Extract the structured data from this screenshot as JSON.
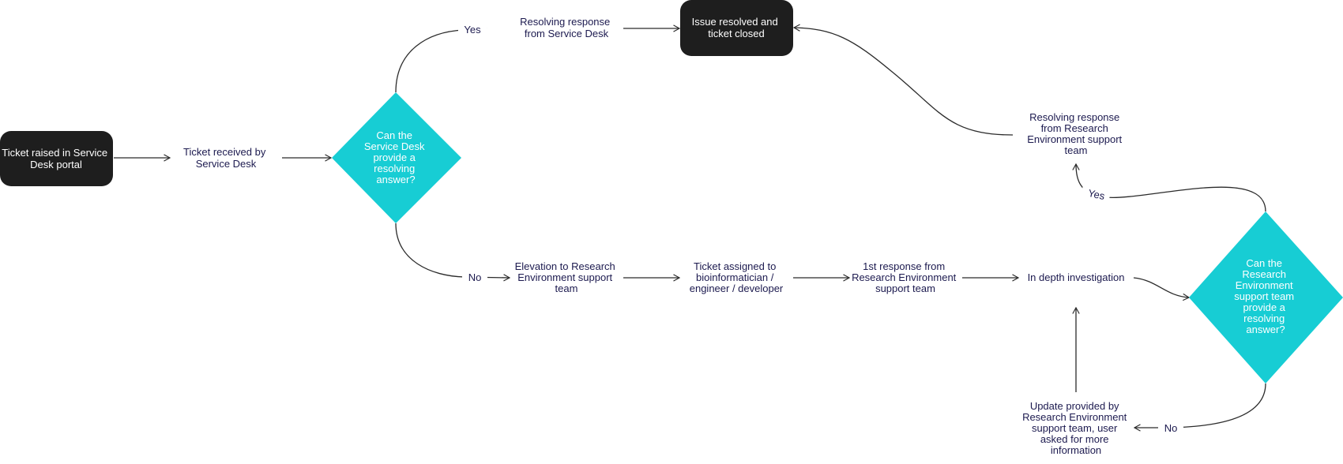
{
  "colors": {
    "terminal_fill": "#1e1e1e",
    "decision_fill": "#17cdd4",
    "text": "#1c1a4f",
    "terminal_text": "#ffffff",
    "edge": "#2b2b2b"
  },
  "nodes": {
    "ticket_raised": {
      "lines": [
        "Ticket raised in Service",
        "Desk portal"
      ]
    },
    "ticket_received": {
      "lines": [
        "Ticket received by",
        "Service Desk"
      ]
    },
    "sd_decision": {
      "lines": [
        "Can the",
        "Service Desk",
        "provide a",
        "resolving",
        "answer?"
      ]
    },
    "sd_resolving": {
      "lines": [
        "Resolving response",
        "from Service Desk"
      ]
    },
    "issue_resolved": {
      "lines": [
        "Issue resolved and",
        "ticket closed"
      ]
    },
    "elevation": {
      "lines": [
        "Elevation to Research",
        "Environment support",
        "team"
      ]
    },
    "assigned": {
      "lines": [
        "Ticket assigned to",
        "bioinformatician /",
        "engineer / developer"
      ]
    },
    "first_response": {
      "lines": [
        "1st response from",
        "Research Environment",
        "support team"
      ]
    },
    "investigation": {
      "lines": [
        "In depth investigation"
      ]
    },
    "re_decision": {
      "lines": [
        "Can the",
        "Research",
        "Environment",
        "support team",
        "provide a",
        "resolving",
        "answer?"
      ]
    },
    "re_resolving": {
      "lines": [
        "Resolving response",
        "from Research",
        "Environment support",
        "team"
      ]
    },
    "update": {
      "lines": [
        "Update provided by",
        "Research Environment",
        "support team, user",
        "asked for more",
        "information"
      ]
    }
  },
  "edge_labels": {
    "sd_yes": "Yes",
    "sd_no": "No",
    "re_yes": "Yes",
    "re_no": "No"
  }
}
